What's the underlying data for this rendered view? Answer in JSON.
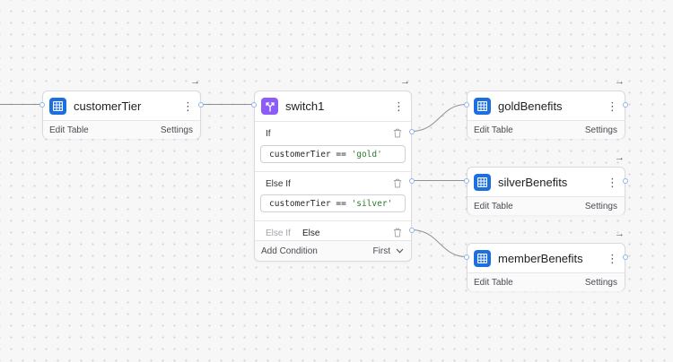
{
  "colors": {
    "table_icon": "#1d6fe0",
    "switch_icon": "#8b5cf6",
    "edge": "#8f8f99",
    "port_border": "#8fb6e6",
    "string_literal": "#2d7a2d"
  },
  "nodes": {
    "customerTier": {
      "title": "customerTier",
      "icon": "table-icon",
      "edit_label": "Edit Table",
      "settings_label": "Settings"
    },
    "switch1": {
      "title": "switch1",
      "icon": "switch-icon",
      "if_label": "If",
      "if_expr_ident": "customerTier == ",
      "if_expr_value": "'gold'",
      "elseif_label": "Else If",
      "elseif_expr_ident": "customerTier == ",
      "elseif_expr_value": "'silver'",
      "else_option_elseif": "Else If",
      "else_option_else": "Else",
      "add_condition_label": "Add Condition",
      "mode_label": "First"
    },
    "goldBenefits": {
      "title": "goldBenefits",
      "icon": "table-icon",
      "edit_label": "Edit Table",
      "settings_label": "Settings"
    },
    "silverBenefits": {
      "title": "silverBenefits",
      "icon": "table-icon",
      "edit_label": "Edit Table",
      "settings_label": "Settings"
    },
    "memberBenefits": {
      "title": "memberBenefits",
      "icon": "table-icon",
      "edit_label": "Edit Table",
      "settings_label": "Settings"
    }
  },
  "glyphs": {
    "kebab": "⋮",
    "out_arrow": "→"
  }
}
